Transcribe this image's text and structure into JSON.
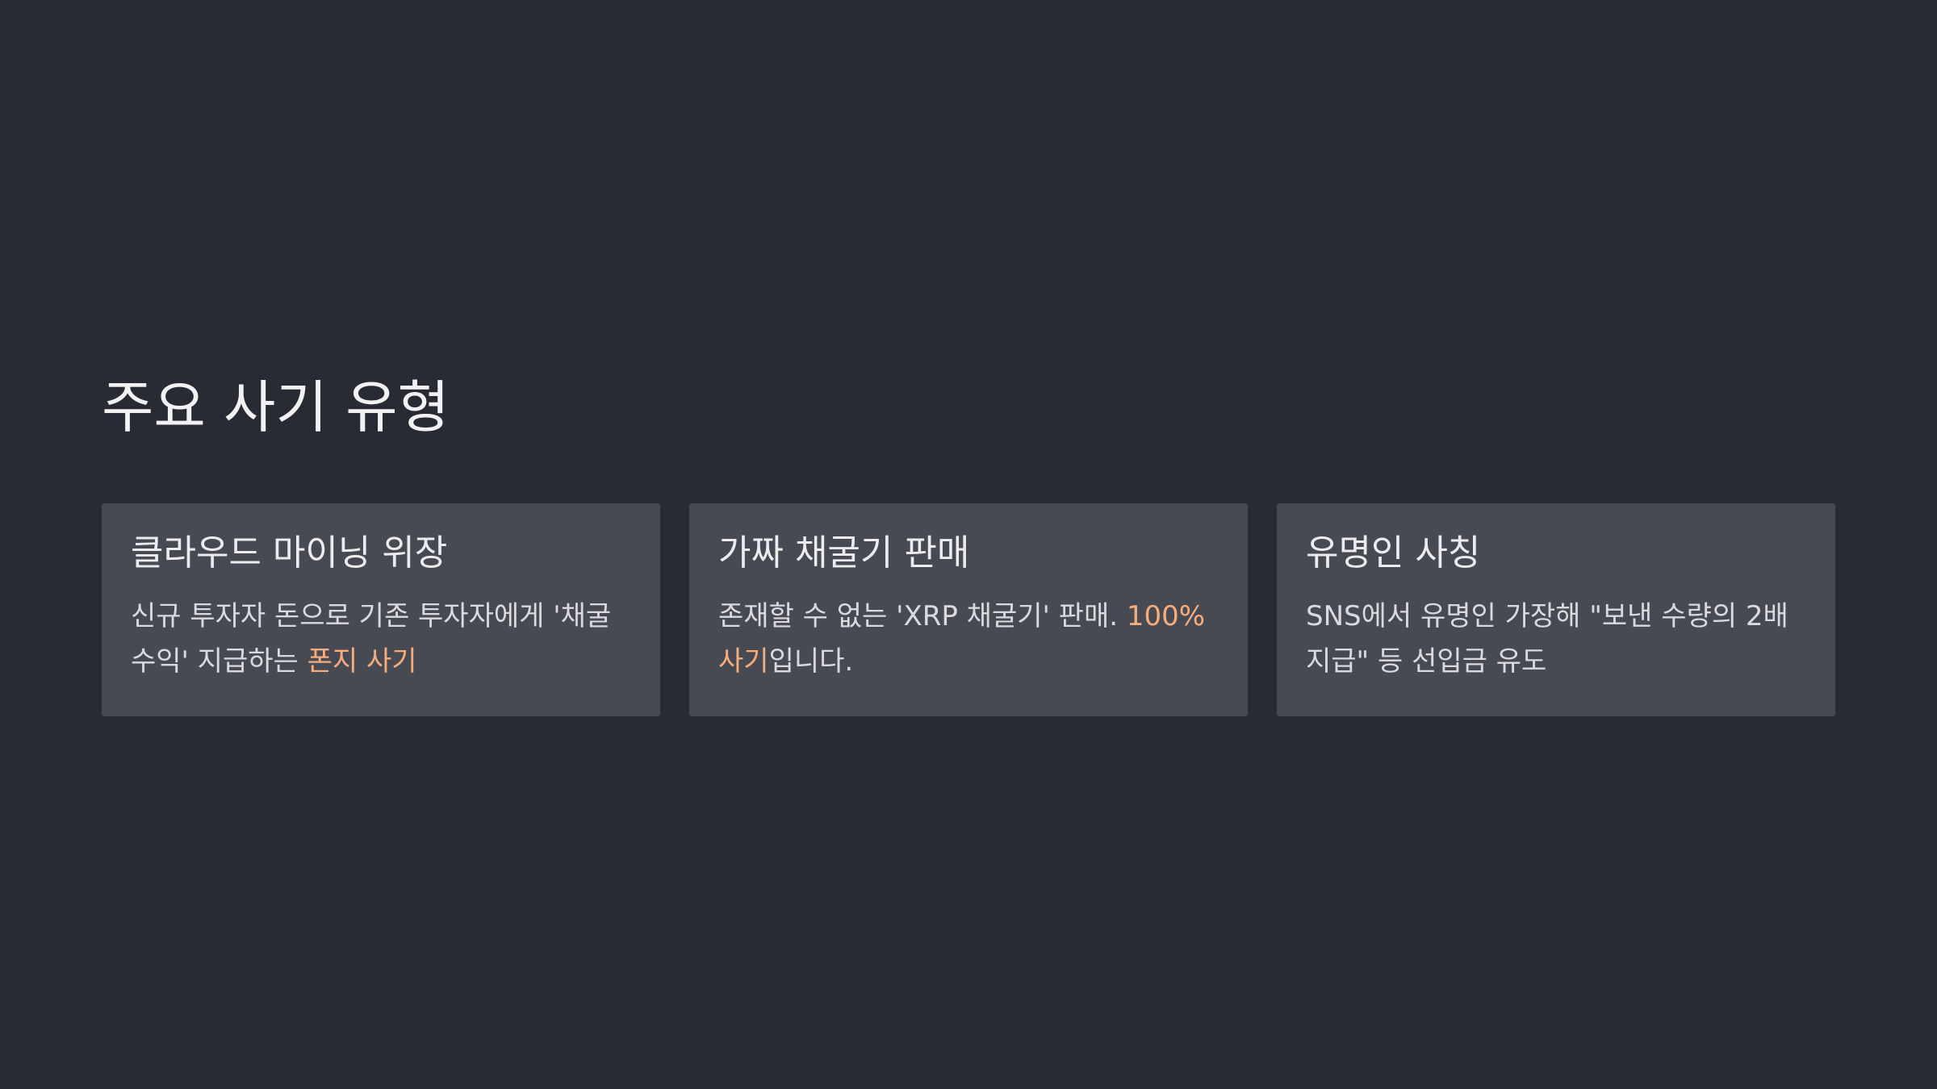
{
  "page": {
    "title": "주요 사기 유형"
  },
  "cards": [
    {
      "title": "클라우드 마이닝 위장",
      "body_before": "신규 투자자 돈으로 기존 투자자에게 '채굴 수익' 지급하는 ",
      "body_highlight": "폰지 사기",
      "body_after": ""
    },
    {
      "title": "가짜 채굴기 판매",
      "body_before": "존재할 수 없는 'XRP 채굴기' 판매. ",
      "body_highlight": "100% 사기",
      "body_after": "입니다."
    },
    {
      "title": "유명인 사칭",
      "body_before": "SNS에서 유명인 가장해 \"보낸 수량의 2배 지급\" 등 선입금 유도",
      "body_highlight": "",
      "body_after": ""
    }
  ],
  "colors": {
    "background": "#282b34",
    "card_background": "#474a52",
    "highlight": "#f6ad7b",
    "text": "#e6e6e8"
  }
}
